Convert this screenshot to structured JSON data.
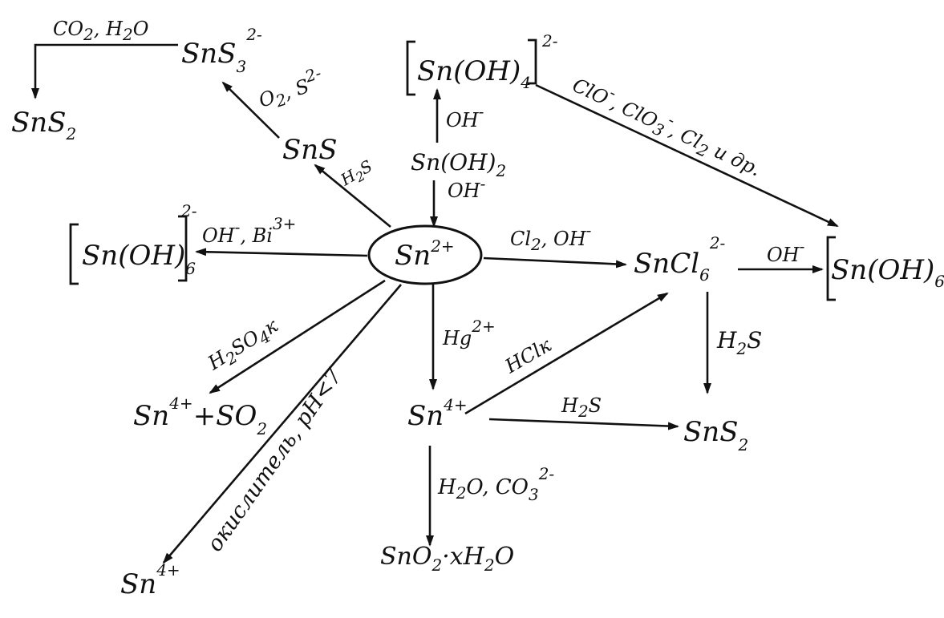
{
  "colors": {
    "ink": "#111111",
    "paper": "#ffffff"
  },
  "nodes": {
    "center": {
      "main": "Sn",
      "sup": "2+"
    },
    "sn_s3": {
      "main": "SnS",
      "sub": "3",
      "sup": "2-"
    },
    "sn_s2_left": {
      "main": "SnS",
      "sub": "2"
    },
    "sn_s": {
      "main": "SnS"
    },
    "sn_oh4": {
      "main": "Sn(OH)",
      "sub": "4",
      "sup": "2-"
    },
    "sn_oh2": {
      "main": "Sn(OH)",
      "sub": "2"
    },
    "sn_oh6_left": {
      "main": "Sn(OH)",
      "sub": "6",
      "sup": "2-"
    },
    "sn_cl6": {
      "main": "SnCl",
      "sub": "6",
      "sup": "2-"
    },
    "sn_oh6_right": {
      "main": "Sn(OH)",
      "sub": "6"
    },
    "sn4_so2": {
      "main": "Sn",
      "sup": "4+",
      "rest": "+SO",
      "sub": "2"
    },
    "sn4_center": {
      "main": "Sn",
      "sup": "4+"
    },
    "sn_s2_right": {
      "main": "SnS",
      "sub": "2"
    },
    "sno2": {
      "main": "SnO",
      "sub": "2",
      "rest": "·xH",
      "sub2": "2",
      "rest2": "O"
    },
    "sn4_bottom": {
      "main": "Sn",
      "sup": "4+"
    }
  },
  "labels": {
    "co2_h2o": {
      "text": "CO",
      "sub": "2",
      "rest": ", H",
      "sub2": "2",
      "rest2": "O"
    },
    "o2_s2": {
      "text": "O",
      "sub": "2",
      "rest": ", S",
      "sup": "2-"
    },
    "h2s_up": {
      "text": "H",
      "sub": "2",
      "rest": "S"
    },
    "oh_up": {
      "text": "OH",
      "sup": "-"
    },
    "oh_down": {
      "text": "OH",
      "sup": "-"
    },
    "cl_oxidants": {
      "text": "ClO",
      "sup": "-",
      "rest": ", ClO",
      "sub": "3",
      "sup2": "-",
      "rest2": ", Cl",
      "sub2": "2",
      "rest3": " и др."
    },
    "oh_bi": {
      "text": "OH",
      "sup": "-",
      "rest": ", Bi",
      "sup2": "3+"
    },
    "cl2_oh": {
      "text": "Cl",
      "sub": "2",
      "rest": ", OH",
      "sup": "-"
    },
    "oh_right": {
      "text": "OH",
      "sup": "-"
    },
    "h2so4k": {
      "text": "H",
      "sub": "2",
      "rest": "SO",
      "sub2": "4",
      "rest2": "к"
    },
    "oxidant_ph": {
      "text": "окислитель, pH<7"
    },
    "hg2": {
      "text": "Hg",
      "sup": "2+"
    },
    "hclk": {
      "text": "HClк"
    },
    "h2s_right": {
      "text": "H",
      "sub": "2",
      "rest": "S"
    },
    "h2s_down": {
      "text": "H",
      "sub": "2",
      "rest": "S"
    },
    "h2o_co3": {
      "text": "H",
      "sub": "2",
      "rest": "O, CO",
      "sub2": "3",
      "sup": "2-"
    }
  }
}
